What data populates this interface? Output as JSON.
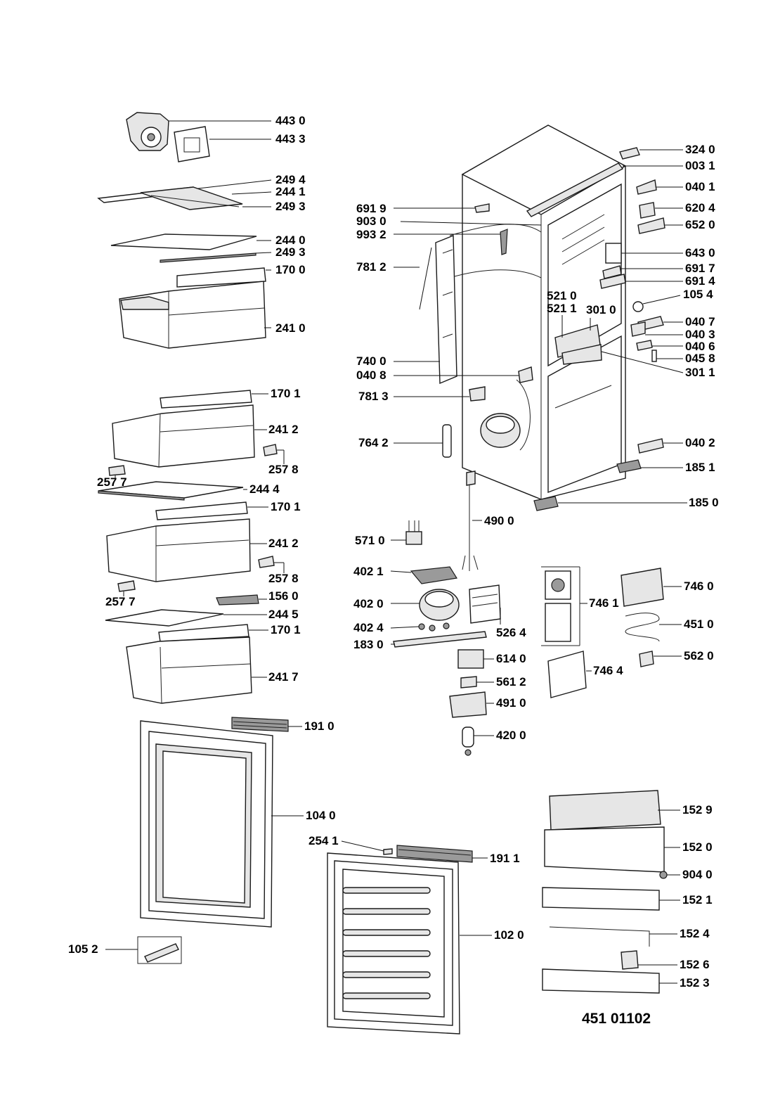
{
  "document_number": "451 01102",
  "labels": {
    "p4430": "443 0",
    "p4433": "443 3",
    "p2494": "249 4",
    "p2441": "244 1",
    "p2493a": "249 3",
    "p2440": "244 0",
    "p2493b": "249 3",
    "p1700": "170 0",
    "p2410": "241 0",
    "p1701a": "170 1",
    "p2412a": "241 2",
    "p2578a": "257 8",
    "p2577a": "257 7",
    "p2444": "244 4",
    "p1701b": "170 1",
    "p2412b": "241 2",
    "p2578b": "257 8",
    "p2577b": "257 7",
    "p1560": "156 0",
    "p2445": "244 5",
    "p1701c": "170 1",
    "p2417": "241 7",
    "p1910": "191 0",
    "p1040": "104 0",
    "p2541": "254 1",
    "p1911": "191 1",
    "p1052": "105 2",
    "p1020": "102 0",
    "p3240": "324 0",
    "p0031": "003 1",
    "p0401": "040 1",
    "p6204": "620 4",
    "p6520": "652 0",
    "p6430": "643 0",
    "p6917": "691 7",
    "p6914": "691 4",
    "p1054": "105 4",
    "p0407": "040 7",
    "p0403": "040 3",
    "p0406": "040 6",
    "p0458": "045 8",
    "p3011": "301 1",
    "p0402": "040 2",
    "p1851": "185 1",
    "p1850": "185 0",
    "p6919": "691 9",
    "p9030": "903 0",
    "p9932": "993 2",
    "p7812": "781 2",
    "p5210": "521 0",
    "p5211": "521 1",
    "p3010": "301 0",
    "p7400": "740 0",
    "p0408": "040 8",
    "p7813": "781 3",
    "p7642": "764 2",
    "p4900": "490 0",
    "p5710": "571 0",
    "p4021": "402 1",
    "p4020": "402 0",
    "p4024": "402 4",
    "p1830": "183 0",
    "p5264": "526 4",
    "p6140": "614 0",
    "p5612": "561 2",
    "p4910": "491 0",
    "p4200": "420 0",
    "p7461": "746 1",
    "p7464": "746 4",
    "p7460": "746 0",
    "p4510": "451 0",
    "p5620": "562 0",
    "p1529": "152 9",
    "p1520": "152 0",
    "p9040": "904 0",
    "p1521": "152 1",
    "p1524": "152 4",
    "p1526": "152 6",
    "p1523": "152 3"
  }
}
